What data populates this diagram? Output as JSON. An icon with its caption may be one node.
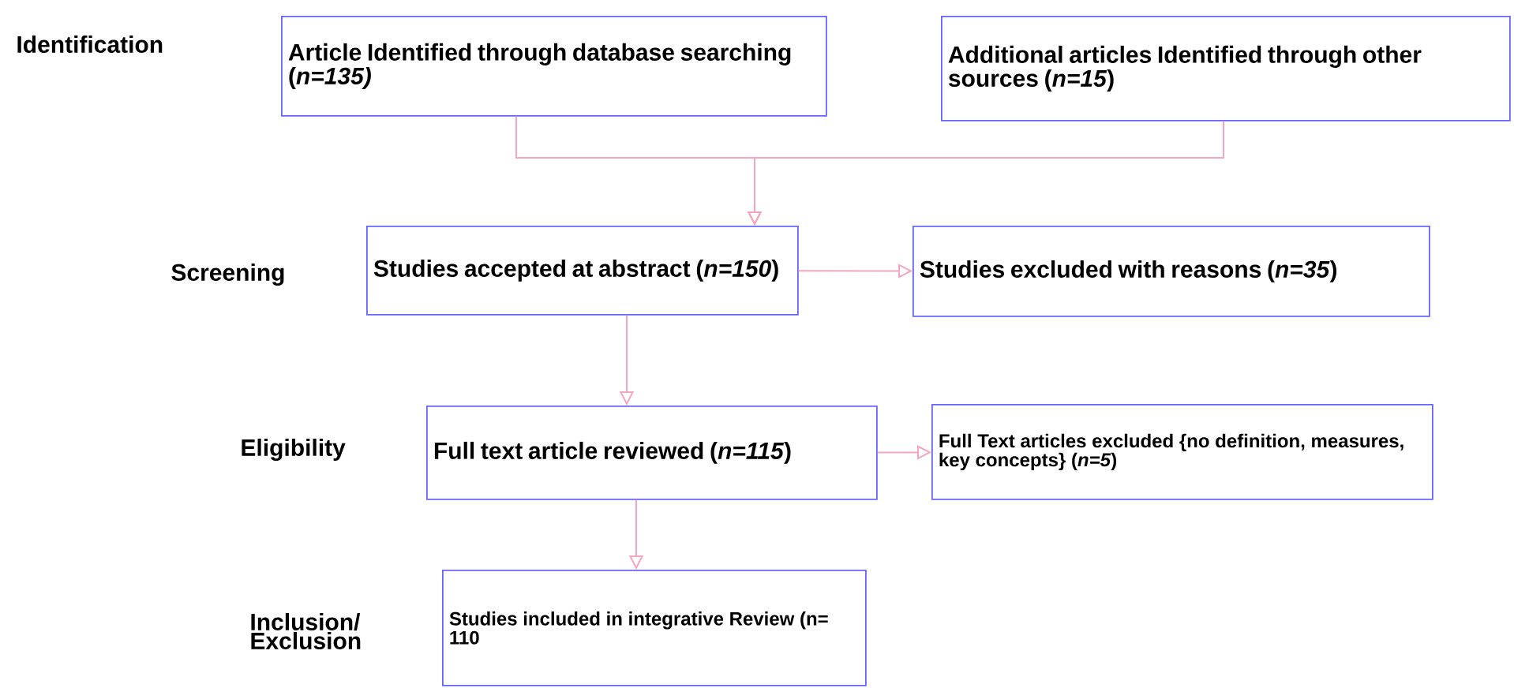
{
  "diagram": {
    "nodes": [
      {
        "text": [
          "Article Identified through database searching (*n=135)*"
        ]
      },
      {
        "text": [
          "Additional articles Identified through other sources (*n=15*)"
        ]
      },
      {
        "text": [
          "Studies accepted at abstract (*n=150*)"
        ]
      },
      {
        "text": [
          "Studies excluded with reasons (*n=35*)"
        ]
      },
      {
        "text": [
          "Full text article reviewed (*n=115*)"
        ]
      },
      {
        "text": [
          "Full Text articles excluded {no definition, measures, key concepts} (*n=5*)"
        ]
      },
      {
        "text": [
          "Studies included in integrative Review (n= 110"
        ]
      }
    ],
    "edges": [
      {
        "from": 0,
        "to": 2,
        "arrow": "to"
      },
      {
        "from": 1,
        "to": 2,
        "arrow": "to"
      },
      {
        "from": 2,
        "to": 3,
        "arrow": "to"
      },
      {
        "from": 2,
        "to": 4,
        "arrow": "to"
      },
      {
        "from": 4,
        "to": 5,
        "arrow": "to"
      },
      {
        "from": 4,
        "to": 6,
        "arrow": "to"
      }
    ],
    "labels": [
      "Identification",
      "Screening",
      "Eligibility",
      "Inclusion/ Exclusion"
    ]
  }
}
